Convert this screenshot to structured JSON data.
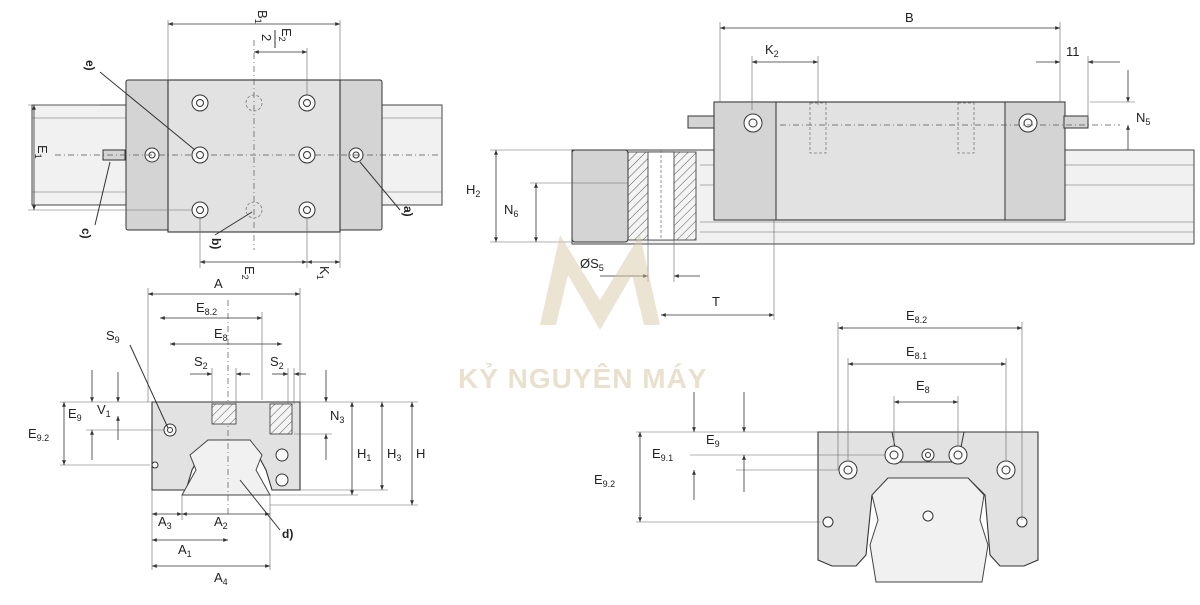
{
  "title": "",
  "watermark": {
    "text": "KỶ NGUYÊN MÁY",
    "color": "#d8c9a6"
  },
  "views": {
    "top_view": {
      "labels": {
        "B1": "B",
        "B1_sub": "1",
        "E2_half": "E",
        "E2_half_sub": "2",
        "E2_half_den": "2",
        "E1": "E",
        "E1_sub": "1",
        "E2": "E",
        "E2_sub": "2",
        "K1": "K",
        "K1_sub": "1",
        "callout_a": "a)",
        "callout_b": "b)",
        "callout_c": "c)",
        "callout_e": "e)"
      }
    },
    "side_view": {
      "labels": {
        "B": "B",
        "K2": "K",
        "K2_sub": "2",
        "eleven": "11",
        "N5": "N",
        "N5_sub": "5",
        "H2": "H",
        "H2_sub": "2",
        "N6": "N",
        "N6_sub": "6",
        "S5": "ØS",
        "S5_sub": "5",
        "T": "T"
      }
    },
    "front_view_left": {
      "labels": {
        "A": "A",
        "E82": "E",
        "E82_sub": "8.2",
        "E8": "E",
        "E8_sub": "8",
        "S9": "S",
        "S9_sub": "9",
        "S2a": "S",
        "S2a_sub": "2",
        "S2b": "S",
        "S2b_sub": "2",
        "N3": "N",
        "N3_sub": "3",
        "E9": "E",
        "E9_sub": "9",
        "V1": "V",
        "V1_sub": "1",
        "E92": "E",
        "E92_sub": "9.2",
        "H1": "H",
        "H1_sub": "1",
        "H3": "H",
        "H3_sub": "3",
        "H": "H",
        "A3": "A",
        "A3_sub": "3",
        "A2": "A",
        "A2_sub": "2",
        "A1": "A",
        "A1_sub": "1",
        "A4": "A",
        "A4_sub": "4",
        "callout_d": "d)"
      }
    },
    "front_view_right": {
      "labels": {
        "E82": "E",
        "E82_sub": "8.2",
        "E81": "E",
        "E81_sub": "8.1",
        "E8": "E",
        "E8_sub": "8",
        "E9": "E",
        "E9_sub": "9",
        "E91": "E",
        "E91_sub": "9.1",
        "E92": "E",
        "E92_sub": "9.2"
      }
    }
  }
}
